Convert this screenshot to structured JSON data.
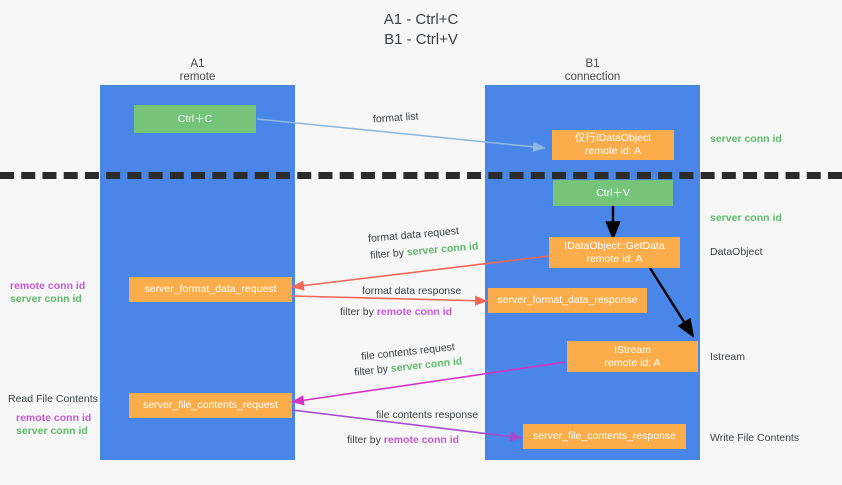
{
  "title": "A1 - Ctrl+C\nB1 - Ctrl+V",
  "columns": {
    "left": "A1\nremote",
    "right": "B1\nconnection"
  },
  "nodes": {
    "ctrl_c": "Ctrl＋C",
    "idataobject_top": "仅行IDataObject\nremote id: A",
    "ctrl_v": "Ctrl＋V",
    "getdata": "IDataObject::GetData\nremote id: A",
    "format_data_request": "server_format_data_request",
    "format_data_response": "server_format_data_response",
    "istream": "IStream\nremote id: A",
    "file_contents_request": "server_file_contents_request",
    "file_contents_response": "server_file_contents_response"
  },
  "edges": {
    "format_list": "format list",
    "format_data_request_title": "format data request",
    "format_data_request_filter_prefix": "filter by ",
    "format_data_request_filter_value": "server conn id",
    "format_data_response_title": "format data response",
    "format_data_response_filter_prefix": "filter by ",
    "format_data_response_filter_value": "remote conn id",
    "file_contents_request_title": "file contents request",
    "file_contents_request_filter_prefix": "filter by ",
    "file_contents_request_filter_value": "server conn id",
    "file_contents_response_title": "file contents response",
    "file_contents_response_filter_prefix": "filter by ",
    "file_contents_response_filter_value": "remote conn id"
  },
  "annotations": {
    "right_server_conn_id_top": "server conn id",
    "right_server_conn_id_mid": "server conn id",
    "right_dataobject": "DataObject",
    "right_istream": "Istream",
    "right_write_file_contents": "Write File Contents",
    "left_remote_conn_id_mid": "remote conn id",
    "left_server_conn_id_mid": "server conn id",
    "left_read_file_contents": "Read File Contents",
    "left_remote_conn_id_bottom": "remote conn id",
    "left_server_conn_id_bottom": "server conn id"
  },
  "colors": {
    "lane": "#4a86e8",
    "node_green": "#76c47a",
    "node_orange": "#fbad4b",
    "server_conn_id": "#5fba6a",
    "remote_conn_id": "#c45ad0",
    "arrow_light_blue": "#8fb9e0",
    "arrow_red": "#f4675a",
    "arrow_magenta": "#d633c6",
    "arrow_purple": "#a64bd0",
    "arrow_black": "#000000",
    "divider": "#2b2b2b",
    "background": "#f7f7f7"
  }
}
